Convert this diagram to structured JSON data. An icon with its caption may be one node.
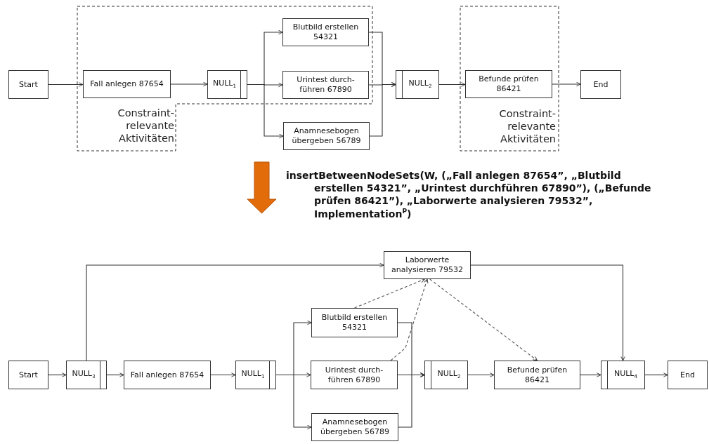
{
  "diagram": {
    "nodes": [
      {
        "text": [
          "Start"
        ]
      },
      {
        "text": [
          "Constraint- relevante Aktivitäten"
        ]
      },
      {
        "text": [
          "Fall anlegen 87654"
        ],
        "in": 1
      },
      {
        "text": [
          "NULL$_{1}$"
        ],
        "in": 1
      },
      {
        "text": [
          "Blutbild erstellen 54321"
        ],
        "in": 1
      },
      {
        "text": [
          "Urintest durch- führen 67890"
        ],
        "in": 1
      },
      {
        "text": [
          "Anamnesebogen übergeben 56789"
        ]
      },
      {
        "text": [
          "NULL$_{2}$"
        ]
      },
      {
        "text": [
          "Constraint- relevante Aktivitäten"
        ]
      },
      {
        "text": [
          "Befunde prüfen 86421"
        ],
        "in": 8
      },
      {
        "text": [
          "End"
        ]
      },
      {
        "text": [
          "Start"
        ]
      },
      {
        "text": [
          "NULL$_{3}$"
        ]
      },
      {
        "text": [
          "Laborwerte analysieren 79532"
        ]
      },
      {
        "text": [
          "Fall anlegen 87654"
        ]
      },
      {
        "text": [
          "NULL$_{1}$"
        ]
      },
      {
        "text": [
          "Blutbild erstellen 54321"
        ]
      },
      {
        "text": [
          "Urintest durch- führen 67890"
        ]
      },
      {
        "text": [
          "Anamnesebogen übergeben 56789"
        ]
      },
      {
        "text": [
          "NULL$_{2}$"
        ]
      },
      {
        "text": [
          "Befunde prüfen 86421"
        ]
      },
      {
        "text": [
          "NULL$_{4}$"
        ]
      },
      {
        "text": [
          "End"
        ]
      }
    ],
    "edges": [
      {
        "from": 0,
        "to": 2,
        "arrow": "to"
      },
      {
        "from": 2,
        "to": 3,
        "arrow": "to"
      },
      {
        "from": 3,
        "to": 4,
        "arrow": "to"
      },
      {
        "from": 3,
        "to": 5,
        "arrow": "to"
      },
      {
        "from": 3,
        "to": 6,
        "arrow": "to"
      },
      {
        "from": 4,
        "to": 7,
        "arrow": "to"
      },
      {
        "from": 5,
        "to": 7,
        "arrow": "to"
      },
      {
        "from": 6,
        "to": 7,
        "arrow": "to"
      },
      {
        "from": 7,
        "to": 9,
        "arrow": "to"
      },
      {
        "from": 9,
        "to": 10,
        "arrow": "to"
      },
      {
        "from": 11,
        "to": 12,
        "arrow": "to"
      },
      {
        "from": 12,
        "to": 14,
        "arrow": "to"
      },
      {
        "from": 14,
        "to": 15,
        "arrow": "to"
      },
      {
        "from": 15,
        "to": 16,
        "arrow": "to"
      },
      {
        "from": 15,
        "to": 17,
        "arrow": "to"
      },
      {
        "from": 15,
        "to": 18,
        "arrow": "to"
      },
      {
        "from": 16,
        "to": 19,
        "arrow": "to"
      },
      {
        "from": 17,
        "to": 19,
        "arrow": "to"
      },
      {
        "from": 18,
        "to": 19,
        "arrow": "to"
      },
      {
        "from": 19,
        "to": 20,
        "arrow": "to"
      },
      {
        "from": 20,
        "to": 21,
        "arrow": "to"
      },
      {
        "from": 21,
        "to": 22,
        "arrow": "to"
      },
      {
        "from": 12,
        "to": 13,
        "arrow": "to"
      },
      {
        "from": 13,
        "to": 21,
        "arrow": "to"
      },
      {
        "from": 16,
        "to": 13,
        "arrow": "to",
        "style": "dashed"
      },
      {
        "from": 17,
        "to": 13,
        "arrow": "to",
        "style": "dashed"
      },
      {
        "from": 13,
        "to": 20,
        "arrow": "to",
        "style": "dashed"
      }
    ],
    "labels": [
      "insertBetweenNodeSets(W, („Fall anlegen 87654”, „Blutbild erstellen 54321”, „Urintest durchführen 67890”), („Befunde prüfen 86421”), „Laborwerte analysieren 79532”, Implementation$^{P}$)"
    ]
  }
}
